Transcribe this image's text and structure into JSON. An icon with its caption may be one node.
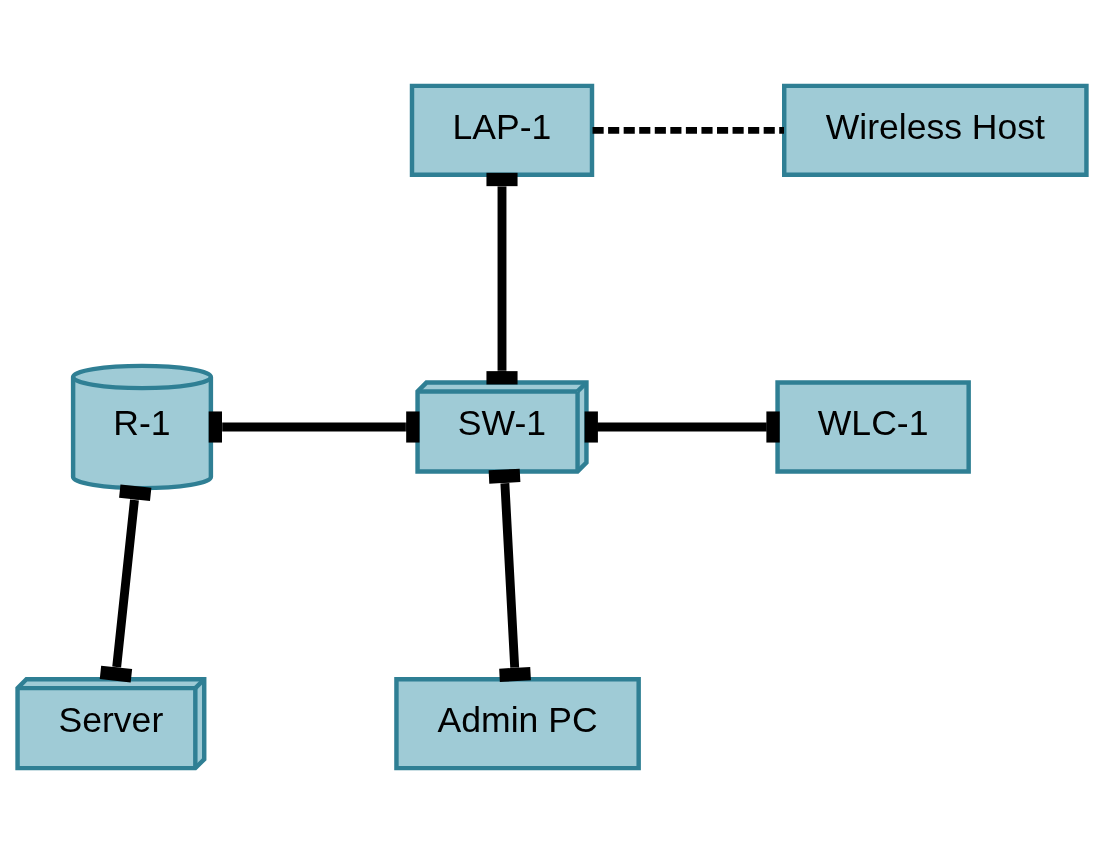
{
  "diagram": {
    "nodes": [
      {
        "text": [
          "Server"
        ]
      },
      {
        "text": [
          "Admin PC"
        ]
      },
      {
        "text": [
          "R-1"
        ]
      },
      {
        "text": [
          "SW-1"
        ]
      },
      {
        "text": [
          "WLC-1"
        ]
      },
      {
        "text": [
          "LAP-1"
        ]
      },
      {
        "text": [
          "Wireless Host"
        ]
      }
    ],
    "edges": [
      {
        "from": 2,
        "to": 0,
        "arrow": "other"
      },
      {
        "from": 3,
        "to": 1,
        "arrow": "other"
      },
      {
        "from": 2,
        "to": 3,
        "arrow": "other"
      },
      {
        "from": 3,
        "to": 4,
        "arrow": "other"
      },
      {
        "from": 5,
        "to": 3,
        "arrow": "other"
      },
      {
        "from": 5,
        "to": 6,
        "arrow": "none",
        "style": "dashed"
      }
    ]
  }
}
